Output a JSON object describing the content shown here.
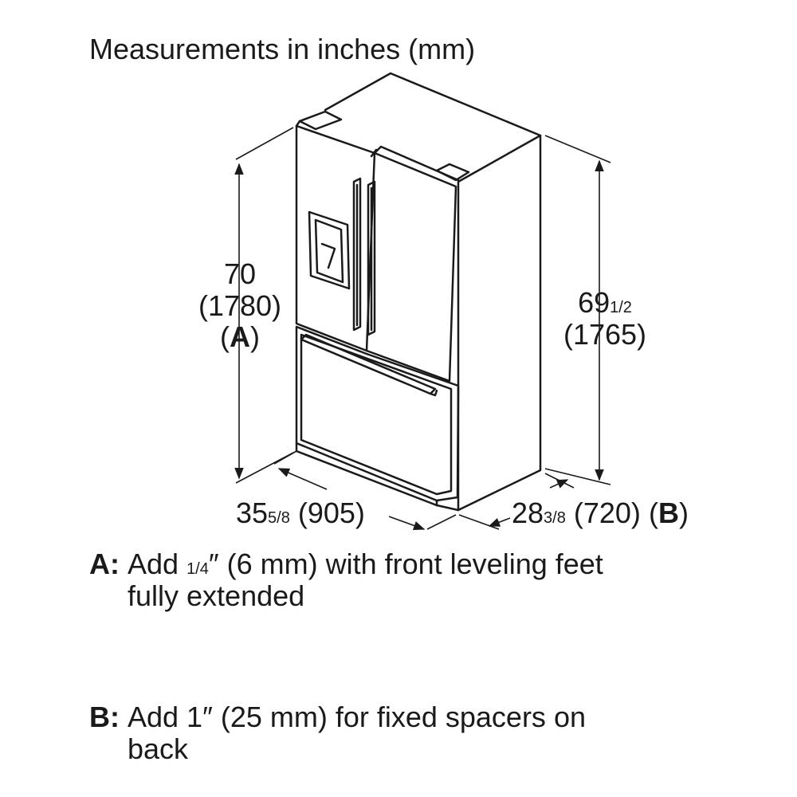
{
  "title": "Measurements in inches (mm)",
  "dimensions": {
    "height_a": {
      "whole": "70",
      "mm": "(1780)",
      "ref_open": "(",
      "ref": "A",
      "ref_close": ")"
    },
    "height_b": {
      "whole": "69",
      "frac": "1/2",
      "mm": "(1765)"
    },
    "width": {
      "whole": "35",
      "frac": "5/8",
      "mm": "(905)"
    },
    "depth": {
      "whole": "28",
      "frac": "3/8",
      "mm": "(720)",
      "ref_open": "(",
      "ref": "B",
      "ref_close": ")"
    }
  },
  "notes": [
    {
      "key": "A:",
      "line1_pre": "Add ",
      "frac": "1/4",
      "line1_post": "″ (6 mm) with front leveling feet",
      "line2": "fully extended"
    },
    {
      "key": "B:",
      "line1": "Add 1″ (25 mm) for fixed spacers on",
      "line2": "back"
    }
  ],
  "icons": {
    "product": "french-door-refrigerator-icon"
  }
}
